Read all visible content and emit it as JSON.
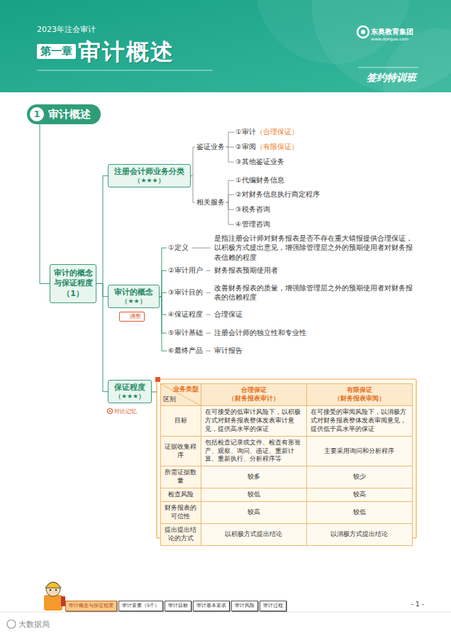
{
  "diagram": {
    "title": "审计概述",
    "nodes": [
      {
        "text": [
          "1",
          "审计概述"
        ]
      },
      {
        "text": [
          "审计的概念与保证程度（1）"
        ]
      },
      {
        "text": [
          "注册会计师业务分类",
          "（★★★）"
        ]
      },
      {
        "text": [
          "鉴证业务"
        ]
      },
      {
        "text": [
          "①审计",
          "（合理保证）"
        ]
      },
      {
        "text": [
          "②审阅",
          "（有限保证）"
        ]
      },
      {
        "text": [
          "③其他鉴证业务"
        ]
      },
      {
        "text": [
          "相关服务"
        ]
      },
      {
        "text": [
          "①代编财务信息"
        ]
      },
      {
        "text": [
          "②对财务信息执行商定程序"
        ]
      },
      {
        "text": [
          "③税务咨询"
        ]
      },
      {
        "text": [
          "④管理咨询"
        ]
      },
      {
        "text": [
          "审计的概念",
          "（★★）"
        ]
      },
      {
        "text": [
          "①定义"
        ]
      },
      {
        "text": [
          "是指注册会计师对财务报表是否不存在重大错报提供合理保证，以积极方式提出意见，增强除管理层之外的预期使用者对财务报表信赖的程度"
        ]
      },
      {
        "text": [
          "②审计用户"
        ]
      },
      {
        "text": [
          "财务报表预期使用者"
        ]
      },
      {
        "text": [
          "③审计目的"
        ]
      },
      {
        "text": [
          "改善财务报表的质量，增强除管理层之外的预期使用者对财务报表的信赖程度"
        ]
      },
      {
        "text": [
          "④保证程度"
        ]
      },
      {
        "text": [
          "合理保证"
        ]
      },
      {
        "text": [
          "⑤审计基础"
        ]
      },
      {
        "text": [
          "注册会计师的独立性和专业性"
        ]
      },
      {
        "text": [
          "⑥最终产品"
        ]
      },
      {
        "text": [
          "审计报告"
        ]
      },
      {
        "text": [
          "保证程度",
          "（★★★）"
        ]
      },
      {
        "text": [
          "调整"
        ]
      }
    ],
    "edges": [
      {
        "from": 0,
        "to": 1,
        "arrow": "none"
      },
      {
        "from": 1,
        "to": 2,
        "arrow": "none"
      },
      {
        "from": 1,
        "to": 12,
        "arrow": "none"
      },
      {
        "from": 1,
        "to": 25,
        "arrow": "none"
      },
      {
        "from": 2,
        "to": 3,
        "arrow": "none"
      },
      {
        "from": 2,
        "to": 7,
        "arrow": "none"
      },
      {
        "from": 3,
        "to": 4,
        "arrow": "none"
      },
      {
        "from": 3,
        "to": 5,
        "arrow": "none"
      },
      {
        "from": 3,
        "to": 6,
        "arrow": "none"
      },
      {
        "from": 7,
        "to": 8,
        "arrow": "none"
      },
      {
        "from": 7,
        "to": 9,
        "arrow": "none"
      },
      {
        "from": 7,
        "to": 10,
        "arrow": "none"
      },
      {
        "from": 7,
        "to": 11,
        "arrow": "none"
      },
      {
        "from": 12,
        "to": 13,
        "arrow": "none"
      },
      {
        "from": 12,
        "to": 15,
        "arrow": "none"
      },
      {
        "from": 12,
        "to": 17,
        "arrow": "none"
      },
      {
        "from": 12,
        "to": 19,
        "arrow": "none"
      },
      {
        "from": 12,
        "to": 21,
        "arrow": "none"
      },
      {
        "from": 12,
        "to": 23,
        "arrow": "none"
      },
      {
        "from": 13,
        "to": 14,
        "arrow": "none"
      },
      {
        "from": 15,
        "to": 16,
        "arrow": "none"
      },
      {
        "from": 17,
        "to": 18,
        "arrow": "none"
      },
      {
        "from": 19,
        "to": 20,
        "arrow": "none"
      },
      {
        "from": 21,
        "to": 22,
        "arrow": "none"
      },
      {
        "from": 23,
        "to": 24,
        "arrow": "none"
      }
    ],
    "labels": [
      "2023年注会审计",
      "第一章",
      "东奥教育集团",
      "www.dongao.com",
      "签约特训班",
      "对比记忆",
      "业务类型",
      "区别",
      "合理保证",
      "（财务报表审计）",
      "有限保证",
      "（财务报表审阅）",
      "目标",
      "在可接受的低审计风险下，以积极方式对财务报表整体发表审计意见，提供高水平的保证",
      "在可接受的审阅风险下，以消极方式对财务报表整体发表审阅意见，提供低于高水平的保证",
      "证据收集程序",
      "包括检查记录或文件、检查有形资产、观察、询问、函证、重新计算、重新执行、分析程序等",
      "主要采用询问和分析程序",
      "所需证据数量",
      "较多",
      "较少",
      "检查风险",
      "较低",
      "较高",
      "财务报表的可信性",
      "较高",
      "较低",
      "提出提出结论的方式",
      "以积极方式提出结论",
      "以消极方式提出结论",
      "审计概念与保证程度",
      "审计要素（5个）",
      "审计目标",
      "审计基本要求",
      "审计风险",
      "审计过程",
      "- 1 -",
      "大数据局"
    ]
  }
}
